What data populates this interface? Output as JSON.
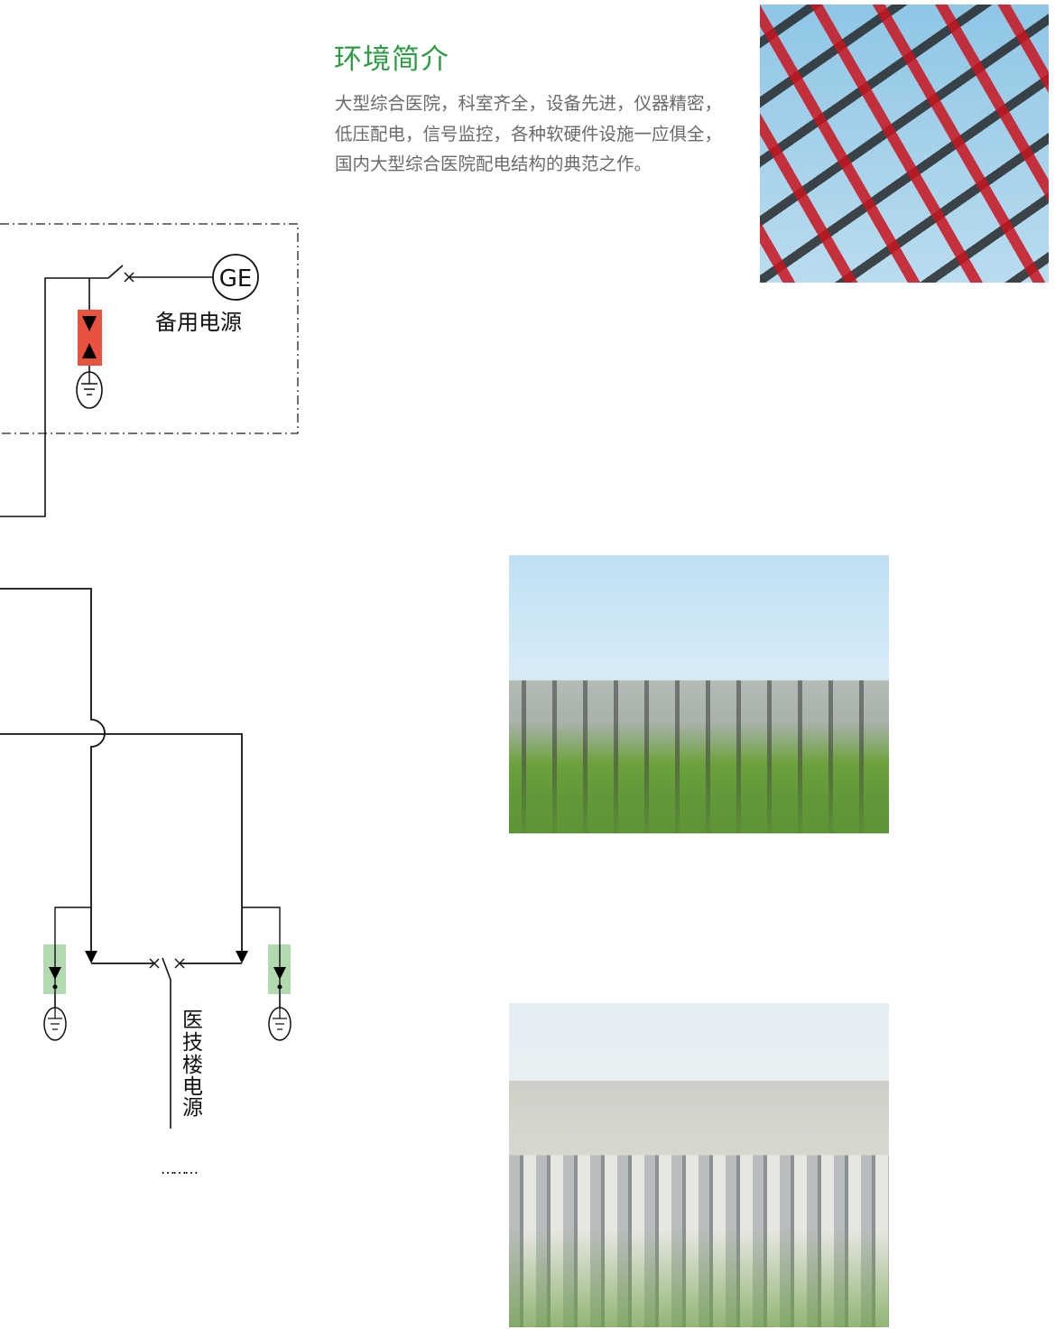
{
  "section": {
    "title": "环境简介",
    "intro": "大型综合医院，科室齐全，设备先进，仪器精密，低压配电，信号监控，各种软硬件设施一应俱全，国内大型综合医院配电结构的典范之作。"
  },
  "diagram": {
    "generator_label": "GE",
    "backup_power_label": "备用电源",
    "building_power_label": [
      "医",
      "技",
      "楼",
      "电",
      "源"
    ],
    "ellipsis": "………",
    "surge_backup_color": "#e8533f",
    "surge_branch_color": "#b3d9b0"
  }
}
